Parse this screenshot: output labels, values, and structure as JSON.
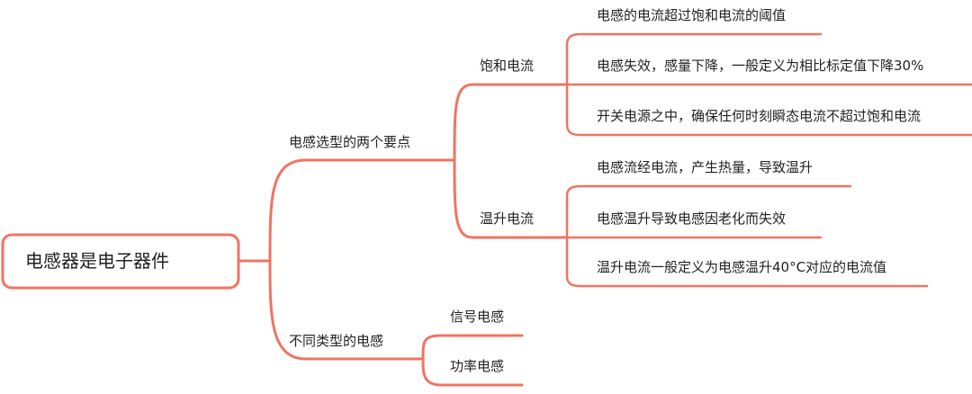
{
  "colors": {
    "line": "#f07462",
    "text": "#222222",
    "root_border": "#f07462",
    "background": "#ffffff"
  },
  "root": {
    "label": "电感器是电子器件"
  },
  "branches": [
    {
      "label": "电感选型的两个要点",
      "children": [
        {
          "label": "饱和电流",
          "children": [
            "电感的电流超过饱和电流的阈值",
            "电感失效，感量下降，一般定义为相比标定值下降30%",
            "开关电源之中，确保任何时刻瞬态电流不超过饱和电流"
          ]
        },
        {
          "label": "温升电流",
          "children": [
            "电感流经电流，产生热量，导致温升",
            "电感温升导致电感因老化而失效",
            "温升电流一般定义为电感温升40°C对应的电流值"
          ]
        }
      ]
    },
    {
      "label": "不同类型的电感",
      "children": [
        {
          "label": "信号电感",
          "children": []
        },
        {
          "label": "功率电感",
          "children": []
        }
      ]
    }
  ]
}
